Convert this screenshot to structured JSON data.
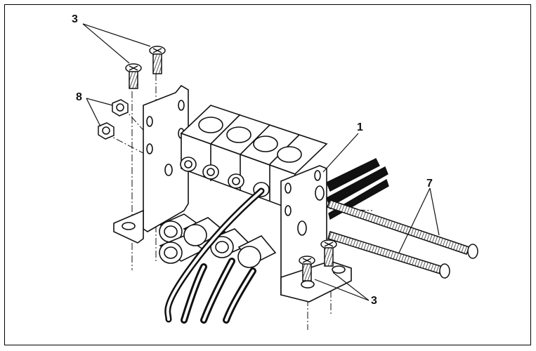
{
  "diagram": {
    "callouts": {
      "top_left_screws": "3",
      "nuts": "8",
      "manifold_block": "1",
      "long_bolts": "7",
      "bottom_screws": "3"
    },
    "colors": {
      "line": "#111111",
      "fill": "#ffffff",
      "tube": "#111111"
    }
  }
}
